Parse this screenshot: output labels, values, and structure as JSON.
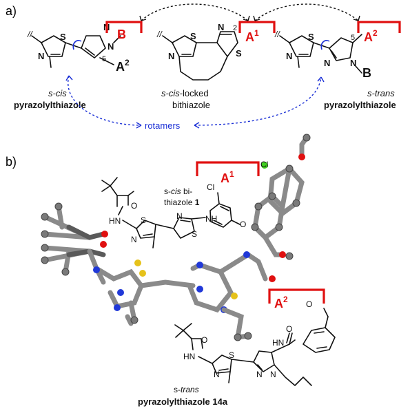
{
  "panels": {
    "a": {
      "label": "a)"
    },
    "b": {
      "label": "b)"
    }
  },
  "panel_a": {
    "molecule_left": {
      "caption_italic": "s-cis",
      "caption_bold": "pyrazolylthiazole",
      "box_label": "B",
      "substituent": "A",
      "substituent_sup": "2",
      "position_number": "5"
    },
    "molecule_center": {
      "caption_line1_italic": "s-cis",
      "caption_line1_rest": "-locked",
      "caption_line2": "bithiazole",
      "box_label": "A",
      "box_sup": "1",
      "position_number": "2"
    },
    "molecule_right": {
      "caption_italic": "s-trans",
      "caption_bold": "pyrazolylthiazole",
      "box_label": "A",
      "box_sup": "2",
      "substituent": "B",
      "position_number": "5"
    },
    "rotamers_label": "rotamers"
  },
  "panel_b": {
    "box_a1": {
      "label": "A",
      "sup": "1"
    },
    "box_a2": {
      "label": "A",
      "sup": "2"
    },
    "compound_1": {
      "line1_prefix": "s-",
      "line1_italic": "cis",
      "line1_suffix": " bi-",
      "line2": "thiazole ",
      "number": "1"
    },
    "compound_14a": {
      "line1_prefix": "s-",
      "line1_italic": "trans",
      "line2": "pyrazolylthiazole  14a"
    },
    "atom_labels": {
      "O": "O",
      "NH": "NH",
      "HN": "HN",
      "N": "N",
      "S": "S",
      "Cl": "Cl"
    }
  },
  "colors": {
    "highlight_red": "#e01010",
    "arrow_blue": "#1a2fd6",
    "stick_grey": "#8a8a8a",
    "nitrogen_blue": "#2038d8",
    "oxygen_red": "#e01010",
    "sulfur_yellow": "#e6c21a",
    "chlorine_green": "#40d020"
  }
}
